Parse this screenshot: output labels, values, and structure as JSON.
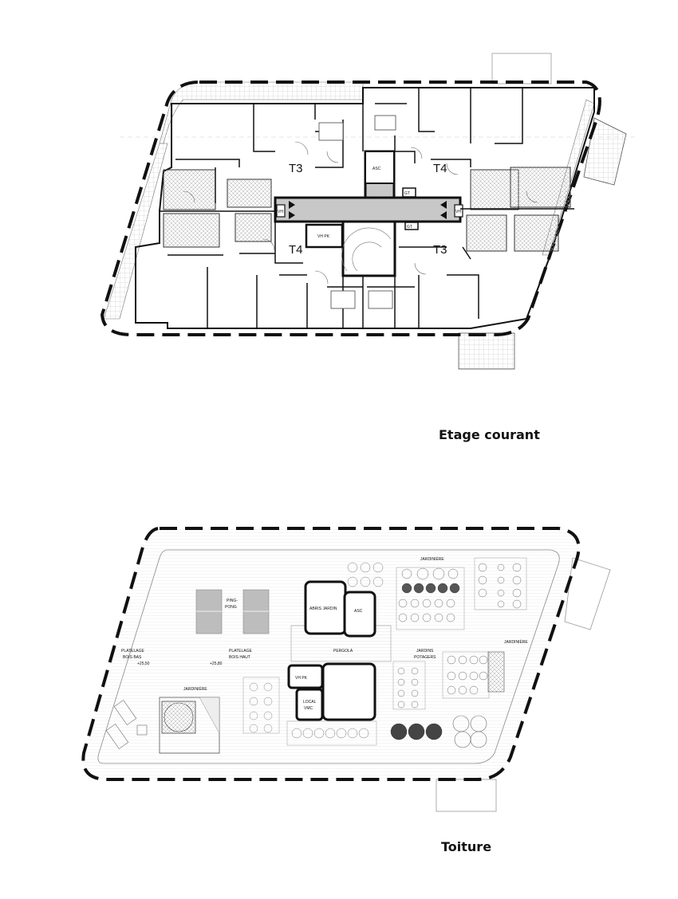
{
  "plans": [
    {
      "caption": "Etage courant",
      "unit_labels": [
        "T3",
        "T4",
        "T4",
        "T3"
      ],
      "room_labels": {
        "elevator": "ASC",
        "gt": "GT",
        "gt2": "GT",
        "vh_pk": "VH PK",
        "vh_left": "VH",
        "vh_right": "VH"
      }
    },
    {
      "caption": "Toiture",
      "labels": {
        "ping_pong": [
          "PING-",
          "PONG"
        ],
        "platelage_bas": [
          "PLATELAGE",
          "BOIS BAS"
        ],
        "platelage_haut": [
          "PLATELAGE",
          "BOIS HAUT"
        ],
        "level_bas": "+25,50",
        "level_haut": "+25,80",
        "jardiniere_left": "JARDINIÈRE",
        "jardiniere_top": "JARDINIÈRE",
        "jardiniere_right": "JARDINIÈRE",
        "abris_jardin": "ABRIS JARDIN",
        "asc": "ASC",
        "pergola": "PERGOLA",
        "jardins_potagers": [
          "JARDINS",
          "POTAGERS"
        ],
        "vh_pk": "VH PK",
        "local_vmc": [
          "LOCAL",
          "VMC"
        ]
      }
    }
  ],
  "colors": {
    "wall": "#111111",
    "corridor": "#c8c8c8",
    "hatch": "#bbbbbb",
    "ping_pong": "#bdbdbd"
  }
}
